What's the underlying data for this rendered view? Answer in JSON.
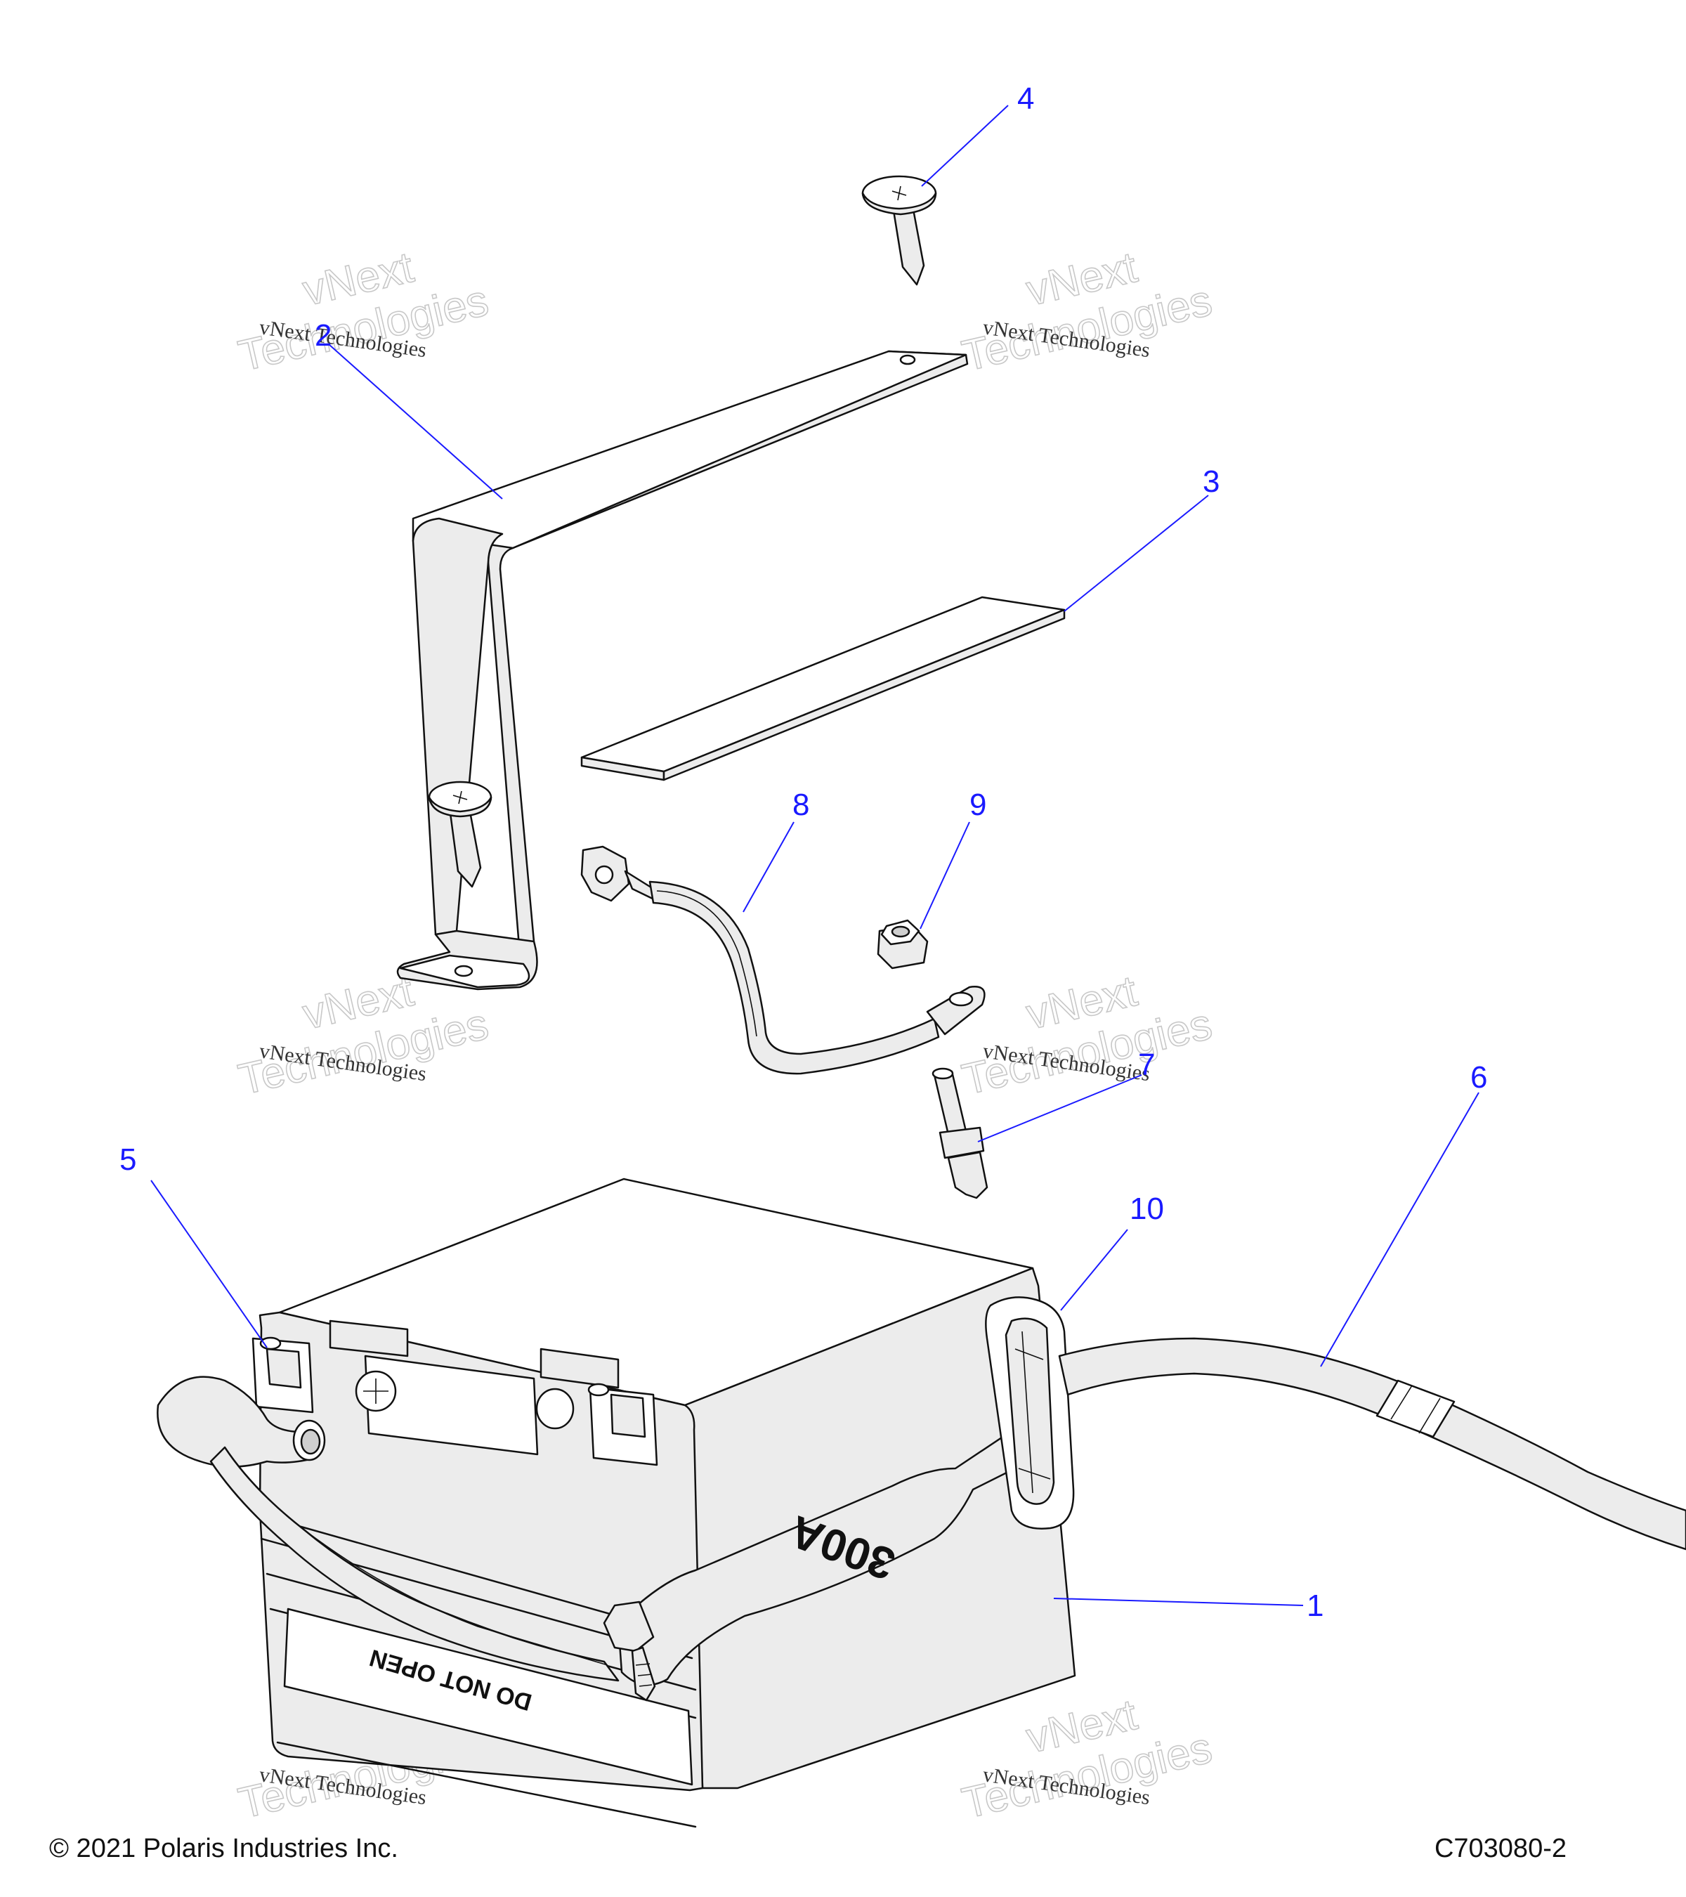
{
  "callouts": [
    {
      "id": "1",
      "label": "1"
    },
    {
      "id": "2",
      "label": "2"
    },
    {
      "id": "3",
      "label": "3"
    },
    {
      "id": "4",
      "label": "4"
    },
    {
      "id": "5",
      "label": "5"
    },
    {
      "id": "6",
      "label": "6"
    },
    {
      "id": "7",
      "label": "7"
    },
    {
      "id": "8",
      "label": "8"
    },
    {
      "id": "9",
      "label": "9"
    },
    {
      "id": "10",
      "label": "10"
    }
  ],
  "watermark": {
    "small": "vNext Technologies",
    "big_line1": "vNext",
    "big_line2": "Technologies"
  },
  "part_labels": {
    "battery": "DO NOT OPEN",
    "fuse": "300A"
  },
  "footer": {
    "copyright": "© 2021 Polaris Industries Inc.",
    "figure_id": "C703080-2"
  },
  "colors": {
    "callout": "#1a1aff",
    "line_art": "#111111",
    "fill": "#ececec"
  }
}
